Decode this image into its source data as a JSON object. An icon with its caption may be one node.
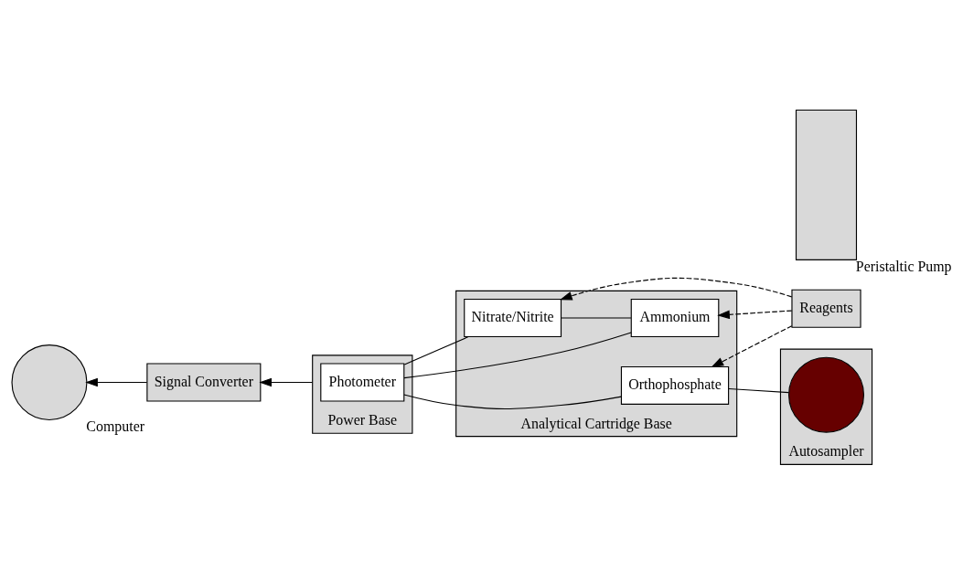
{
  "diagram": {
    "nodes": [
      {
        "text": [
          "Signal Converter"
        ]
      },
      {
        "text": [],
        "shape": "circle",
        "beside": [
          "Computer"
        ]
      },
      {
        "text": [
          "Reagents"
        ]
      },
      {
        "text": [],
        "shape": "box",
        "beside": [
          "Power Base"
        ]
      },
      {
        "text": [
          "Photometer"
        ],
        "in": 3
      },
      {
        "text": [],
        "shape": "box",
        "beside": [
          "Analytical Cartridge Base"
        ]
      },
      {
        "text": [
          "Ammonium"
        ],
        "in": 5
      },
      {
        "text": [
          "Orthophosphate"
        ],
        "in": 5
      },
      {
        "text": [
          "Nitrate/Nitrite"
        ],
        "in": 5
      },
      {
        "text": [],
        "shape": "box",
        "beside": [
          "Peristaltic Pump"
        ]
      },
      {
        "text": [],
        "shape": "box",
        "beside": [
          "Autosampler"
        ]
      },
      {
        "text": [],
        "shape": "circle",
        "in": 10
      }
    ],
    "edges": [
      {
        "from": 0,
        "to": 1,
        "arrow": "to"
      },
      {
        "from": 3,
        "to": 0,
        "arrow": "to"
      },
      {
        "from": 2,
        "to": 6,
        "arrow": "to",
        "style": "dashed"
      },
      {
        "from": 2,
        "to": 7,
        "arrow": "to",
        "style": "dashed"
      },
      {
        "from": 2,
        "to": 8,
        "arrow": "to",
        "style": "dashed"
      },
      {
        "from": 11,
        "to": 7,
        "arrow": "none"
      },
      {
        "from": 7,
        "to": 4,
        "arrow": "none"
      },
      {
        "from": 6,
        "to": 4,
        "arrow": "none"
      },
      {
        "from": 8,
        "to": 4,
        "arrow": "none"
      },
      {
        "from": 6,
        "to": 8,
        "arrow": "none"
      }
    ]
  }
}
